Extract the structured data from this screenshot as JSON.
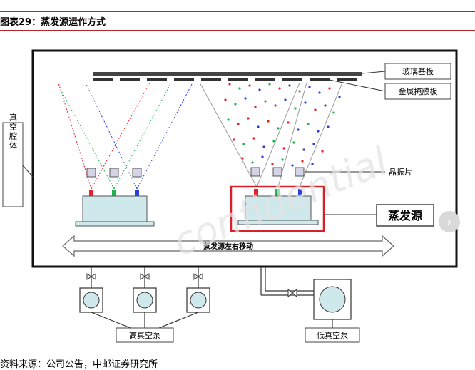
{
  "caption": {
    "title": "图表29：蒸发源运作方式"
  },
  "source": "资料来源：公司公告，中邮证券研究所",
  "labels": {
    "glass_substrate": "玻璃基板",
    "metal_mask": "金属掩膜板",
    "crystal_oscillator": "晶振片",
    "evaporation_source": "蒸发源",
    "vacuum_chamber": "真空腔体",
    "source_movement": "蒸发源左右移动",
    "high_vacuum_pump": "高真空泵",
    "low_vacuum_pump": "低真空泵",
    "watermark": "confidential"
  },
  "colors": {
    "red": "#e8202a",
    "green": "#22b14c",
    "blue": "#2a3fd6",
    "source_body": "#cfe8ec",
    "highlight": "#d6202a",
    "caption_rule": "#b3262a"
  },
  "icons": {
    "next": "chevron-right-icon"
  }
}
